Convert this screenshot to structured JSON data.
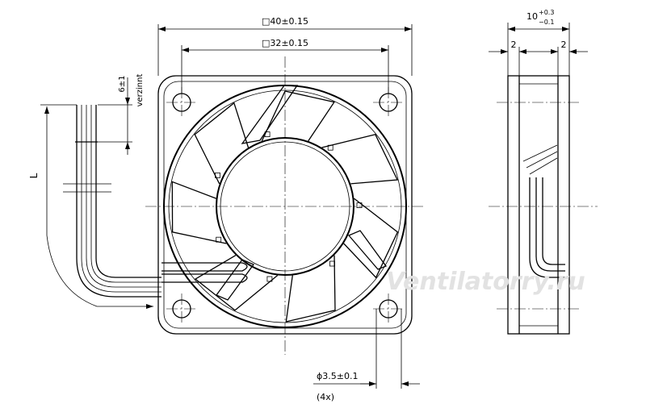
{
  "labels": {
    "frame_size": "□40±0.15",
    "hole_pitch": "□32±0.15",
    "depth_base": "10",
    "depth_tol_plus": "+0.3",
    "depth_tol_minus": "−0.1",
    "flange_left": "2",
    "flange_right": "2",
    "strip_length": "6±1",
    "tinned": "verzinnt",
    "cable_length": "L",
    "hole_diameter": "ϕ3.5±0.1",
    "hole_count": "(4x)"
  },
  "watermark": "Ventilatorry.ru",
  "colors": {
    "line": "#000000",
    "watermark": "#e2e2e2"
  }
}
